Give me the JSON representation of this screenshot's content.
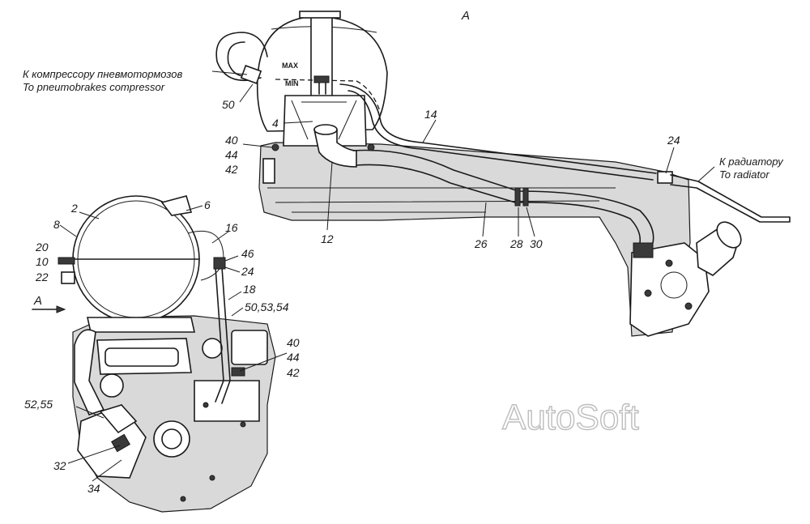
{
  "view_title": "А",
  "view_arrow_label": "А",
  "captions": {
    "compressor_ru": "К компрессору пневмотормозов",
    "compressor_en": "To pneumobrakes compressor",
    "radiator_ru": "К радиатору",
    "radiator_en": "To radiator"
  },
  "callouts": {
    "c50_top": "50",
    "c4": "4",
    "c14": "14",
    "c40_top": "40",
    "c44_top": "44",
    "c42_top": "42",
    "c12": "12",
    "c24_right": "24",
    "c26": "26",
    "c28": "28",
    "c30": "30",
    "c2": "2",
    "c6": "6",
    "c8": "8",
    "c16": "16",
    "c20": "20",
    "c10": "10",
    "c22": "22",
    "c46": "46",
    "c24_left": "24",
    "c18": "18",
    "c50_53_54": "50,53,54",
    "c40_low": "40",
    "c44_low": "44",
    "c42_low": "42",
    "c52_55": "52,55",
    "c32": "32",
    "c34": "34"
  },
  "watermark": "AutoSoft"
}
